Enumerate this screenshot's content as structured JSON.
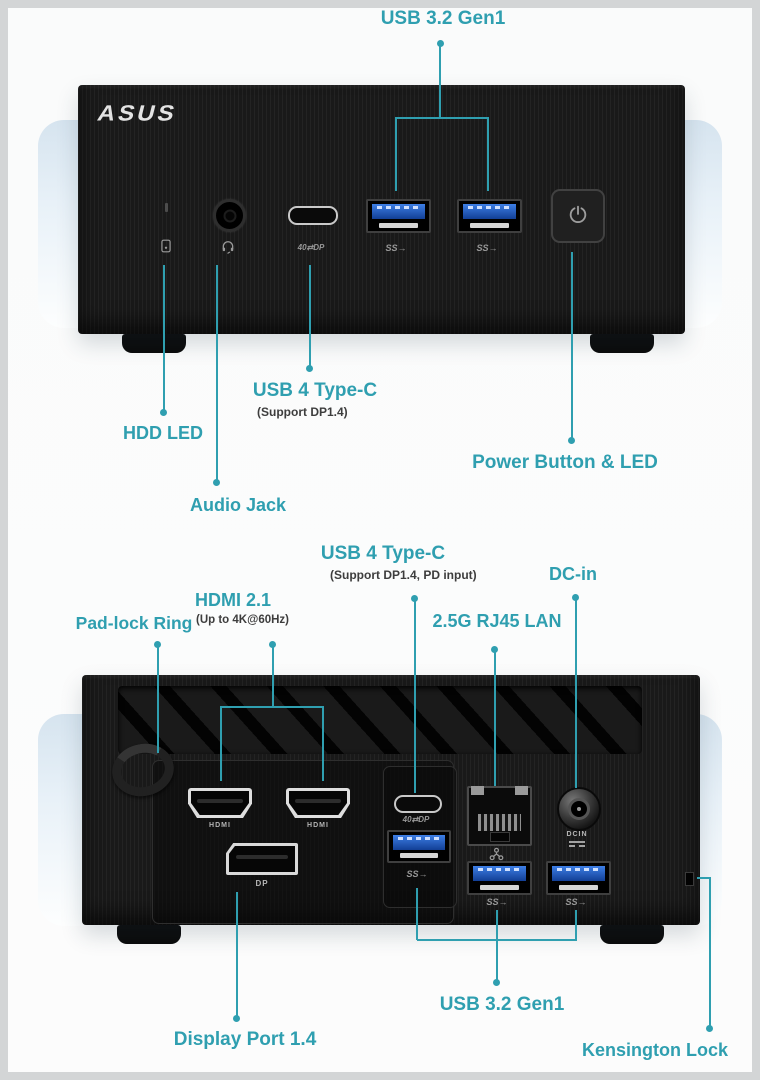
{
  "accent_color": "#2f9fb0",
  "front": {
    "brand_logo": "ASUS",
    "usb32_label": "USB 3.2 Gen1",
    "hdd_led_label": "HDD LED",
    "audio_jack_label": "Audio Jack",
    "usb4_title": "USB 4 Type-C",
    "usb4_subtitle": "(Support DP1.4)",
    "power_label": "Power Button & LED",
    "usbc_caption": "40⇄DP",
    "ss_caption": "SS→"
  },
  "rear": {
    "usb4_title": "USB 4 Type-C",
    "usb4_subtitle": "(Support DP1.4, PD input)",
    "dcin_label": "DC-in",
    "hdmi_title": "HDMI 2.1",
    "hdmi_subtitle": "(Up to 4K@60Hz)",
    "padlock_label": "Pad-lock Ring",
    "lan_label": "2.5G RJ45 LAN",
    "usb32_label": "USB 3.2 Gen1",
    "dp_label": "Display Port 1.4",
    "kensington_label": "Kensington Lock",
    "hdmi_port_label": "HDMI",
    "dp_port_label": "DP",
    "dcin_port_label": "DCIN",
    "usbc_caption": "40⇄DP",
    "ss_caption": "SS→"
  }
}
